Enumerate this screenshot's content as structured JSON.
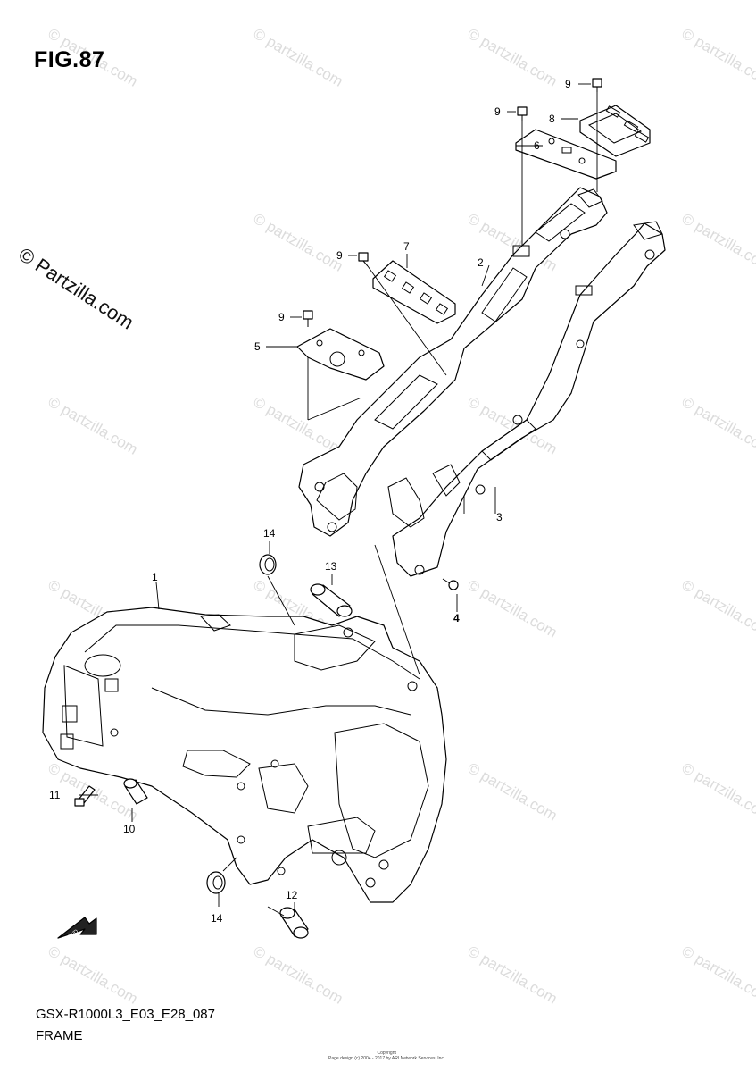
{
  "figure": {
    "title": "FIG.87",
    "model_code": "GSX-R1000L3_E03_E28_087",
    "name": "FRAME"
  },
  "watermark": {
    "main": "© Partzilla.com",
    "repeat": "© partzilla.com"
  },
  "copyright": {
    "line1": "Copyright",
    "line2": "Page design (c) 2004 - 2017 by ARI Network Services, Inc."
  },
  "callouts": [
    "9",
    "9",
    "8",
    "6",
    "9",
    "7",
    "2",
    "9",
    "5",
    "3",
    "14",
    "13",
    "4",
    "1",
    "11",
    "10",
    "12",
    "14"
  ],
  "fwd_label": "FWD"
}
